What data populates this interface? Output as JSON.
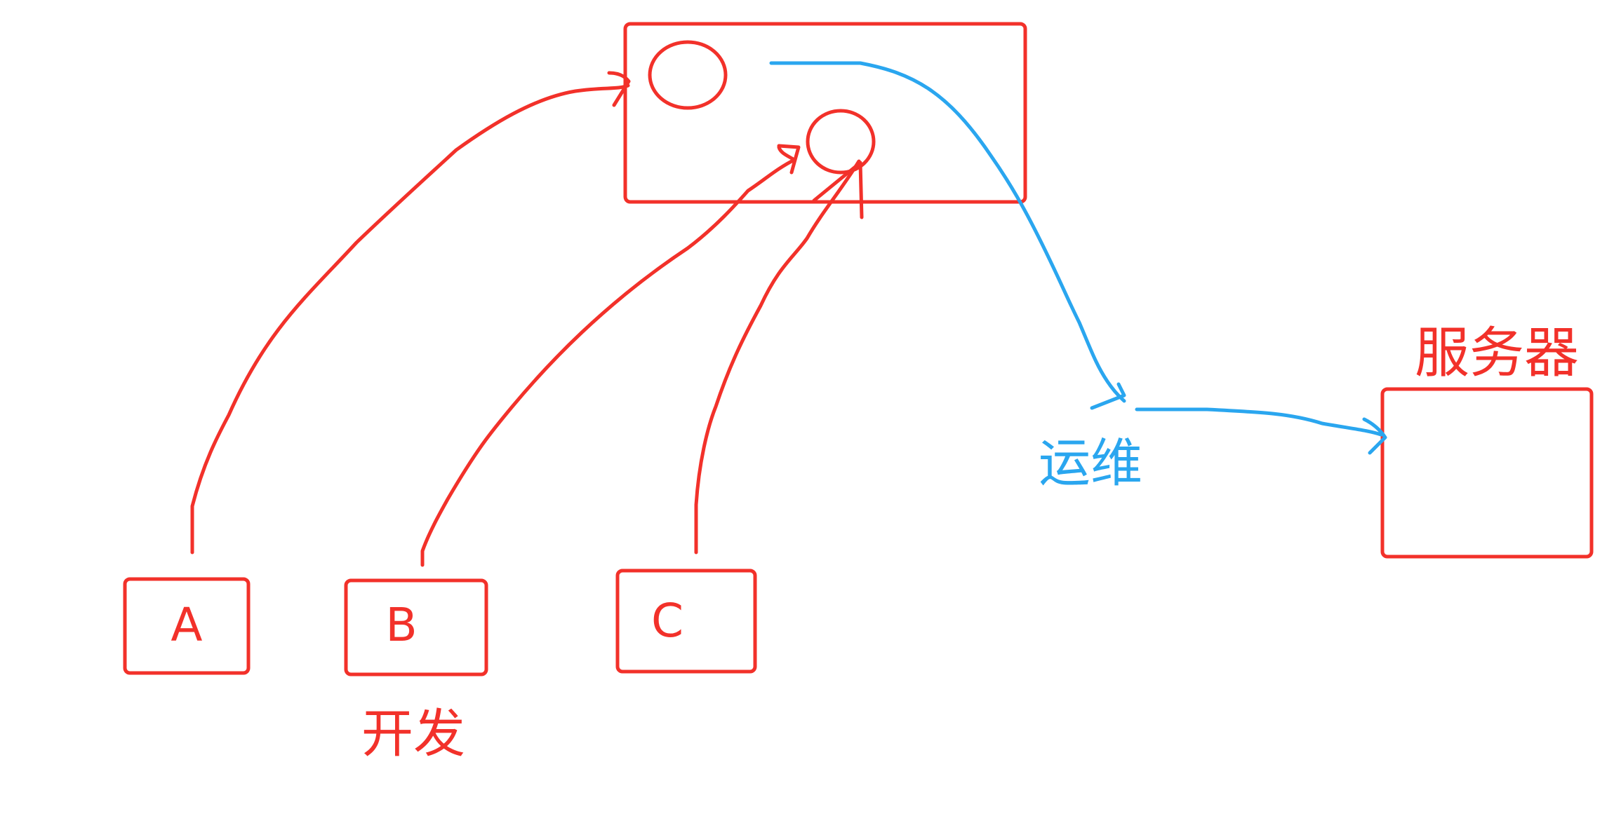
{
  "colors": {
    "primary": "#f2312a",
    "secondary": "#2aa6ef",
    "background": "#ffffff"
  },
  "diagram": {
    "nodes": [
      {
        "id": "a",
        "label": "A"
      },
      {
        "id": "b",
        "label": "B"
      },
      {
        "id": "c",
        "label": "C"
      },
      {
        "id": "repository",
        "label": ""
      },
      {
        "id": "server",
        "label": ""
      }
    ],
    "labels": {
      "developers": "开发",
      "operations": "运维",
      "server": "服务器"
    },
    "edges": [
      {
        "from": "a",
        "to": "repository",
        "color": "#f2312a"
      },
      {
        "from": "b",
        "to": "repository",
        "color": "#f2312a"
      },
      {
        "from": "c",
        "to": "repository",
        "color": "#f2312a"
      },
      {
        "from": "repository",
        "to": "operations",
        "color": "#2aa6ef"
      },
      {
        "from": "operations",
        "to": "server",
        "color": "#2aa6ef"
      }
    ]
  }
}
